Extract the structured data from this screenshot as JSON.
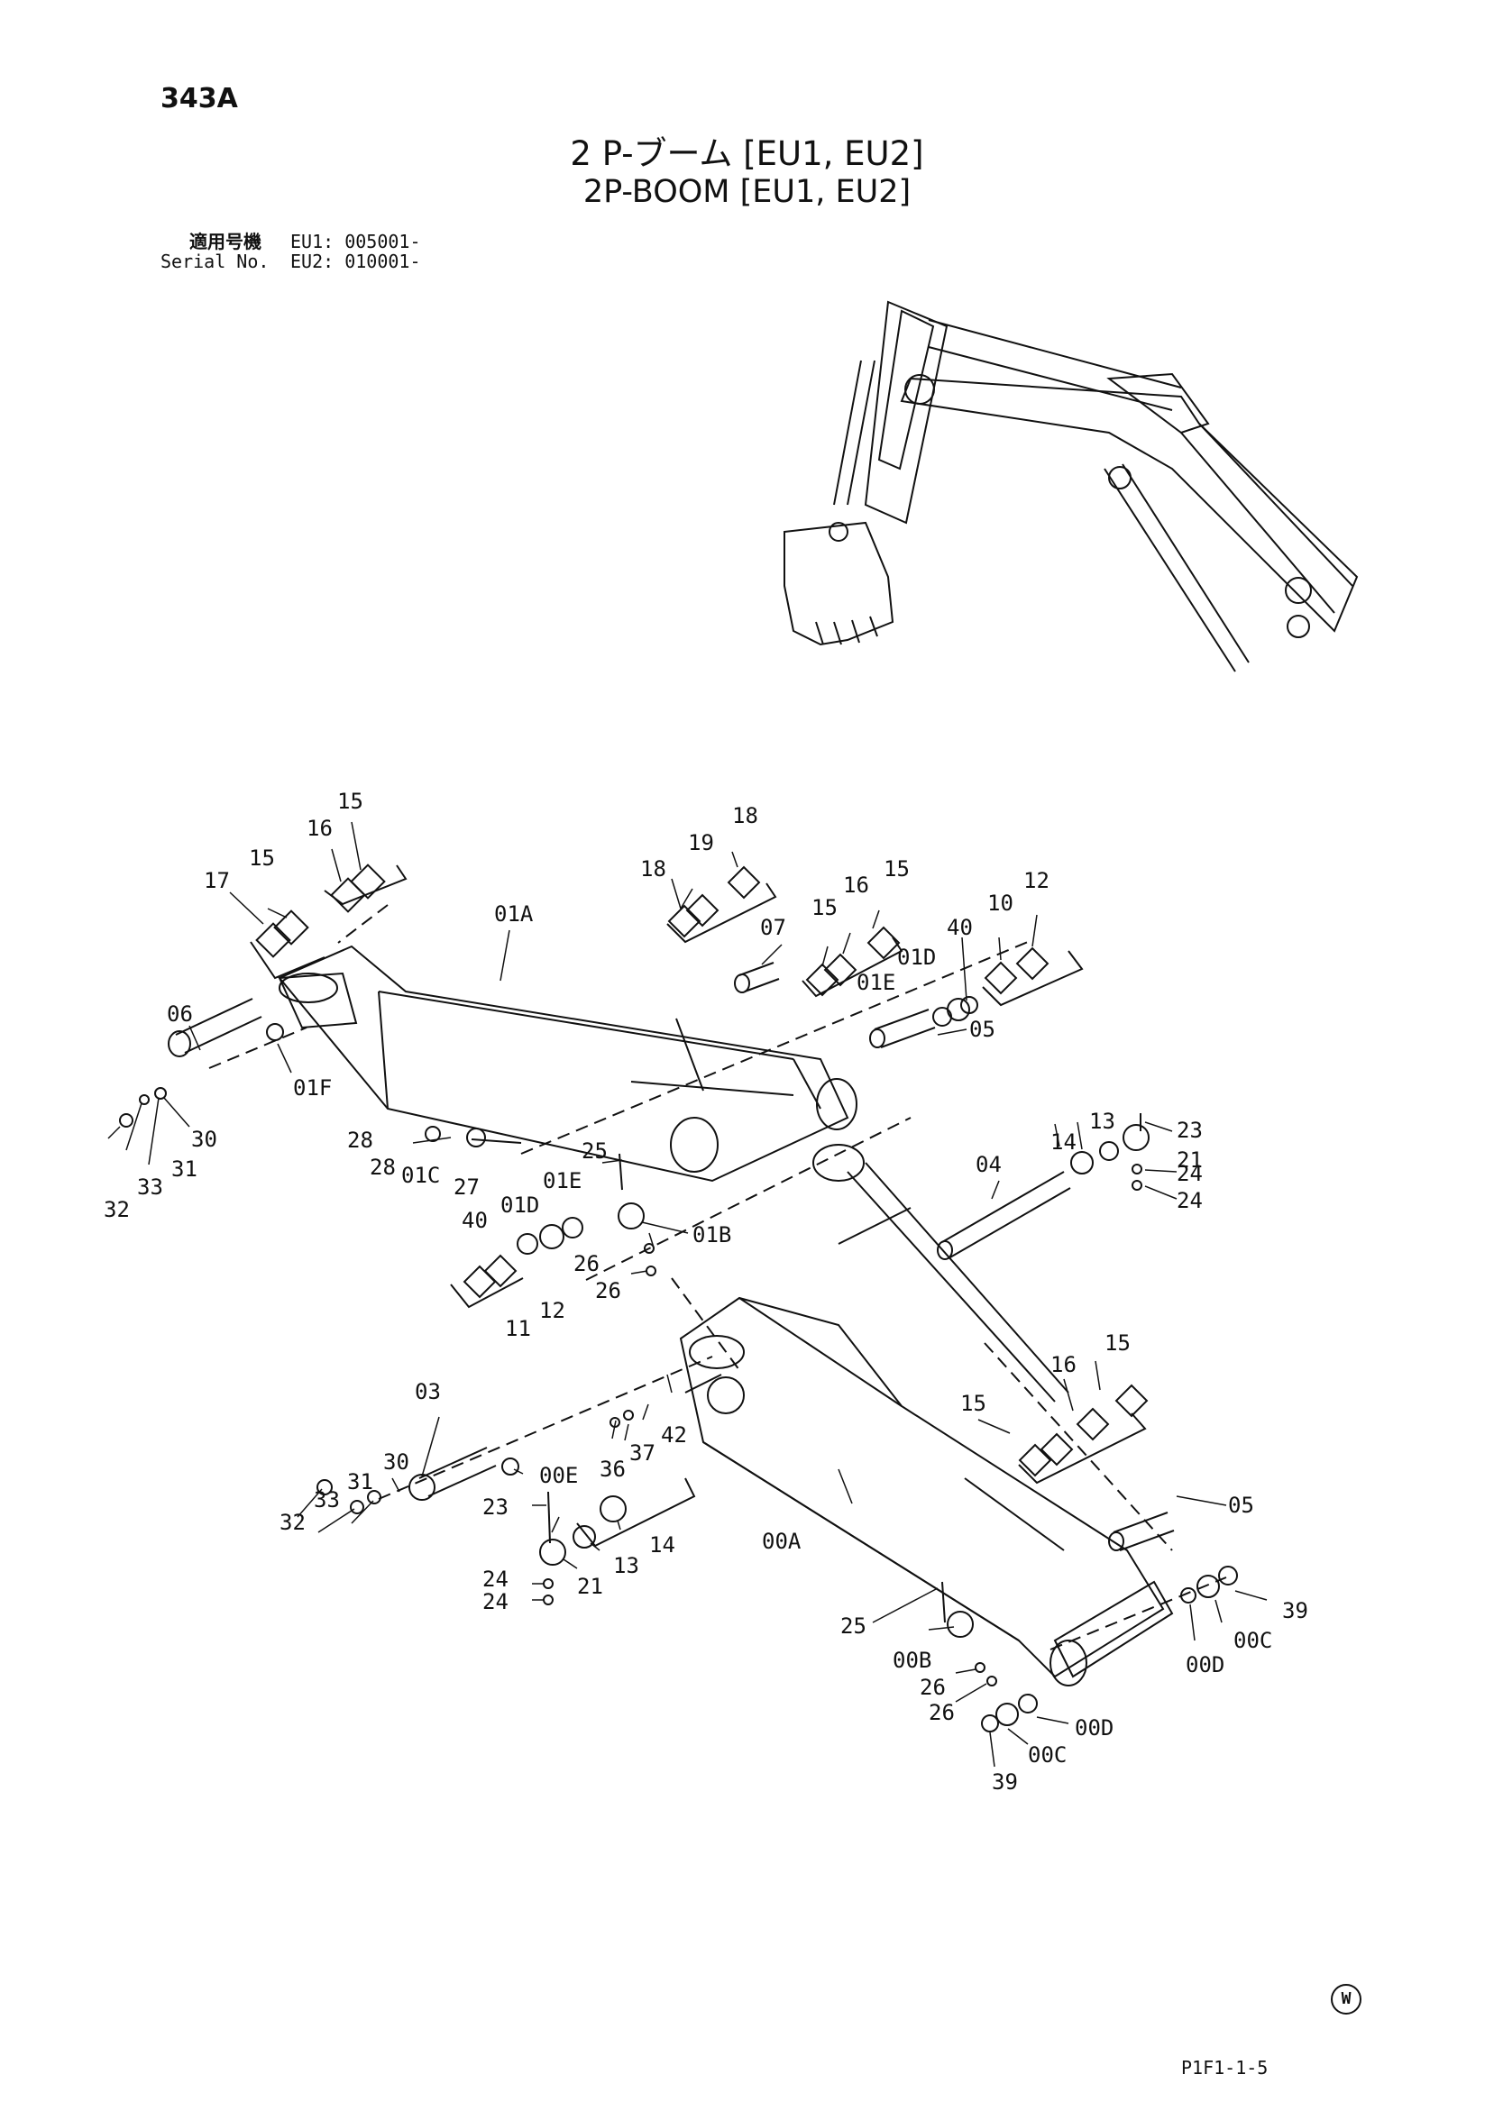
{
  "header": {
    "page_number": "343A",
    "title_jp": "2 P-ブーム [EU1, EU2]",
    "title_en": "2P-BOOM [EU1, EU2]",
    "serial_label_jp": "適用号機",
    "serial_label_en": "Serial No.",
    "serial_eu1": "EU1: 005001-",
    "serial_eu2": "EU2: 010001-"
  },
  "footer": {
    "w_mark": "W",
    "ref_code": "P1F1-1-5"
  },
  "callouts": {
    "c1": "15",
    "c2": "16",
    "c3": "15",
    "c4": "17",
    "c5": "18",
    "c6": "19",
    "c7": "18",
    "c8": "15",
    "c9": "16",
    "c10": "15",
    "c11": "07",
    "c12": "40",
    "c13": "10",
    "c14": "12",
    "c15": "01D",
    "c16": "01E",
    "c17": "05",
    "c18": "01A",
    "c19": "06",
    "c20": "01F",
    "c21": "30",
    "c22": "31",
    "c23": "33",
    "c24": "32",
    "c25": "28",
    "c26": "28",
    "c27": "01C",
    "c28": "27",
    "c29": "25",
    "c30": "01E",
    "c31": "01D",
    "c32": "40",
    "c33": "01B",
    "c34": "26",
    "c35": "26",
    "c36": "11",
    "c37": "12",
    "c38": "13",
    "c39": "23",
    "c40": "14",
    "c41": "21",
    "c42": "24",
    "c43": "24",
    "c44": "04",
    "c45": "03",
    "c46": "30",
    "c47": "31",
    "c48": "33",
    "c49": "32",
    "c50": "00E",
    "c51": "36",
    "c52": "37",
    "c53": "42",
    "c54": "23",
    "c55": "24",
    "c56": "24",
    "c57": "21",
    "c58": "13",
    "c59": "14",
    "c60": "00A",
    "c61": "15",
    "c62": "16",
    "c63": "15",
    "c64": "05",
    "c65": "25",
    "c66": "00B",
    "c67": "26",
    "c68": "26",
    "c69": "00D",
    "c70": "00C",
    "c71": "39",
    "c72": "00D",
    "c73": "00C",
    "c74": "39"
  }
}
